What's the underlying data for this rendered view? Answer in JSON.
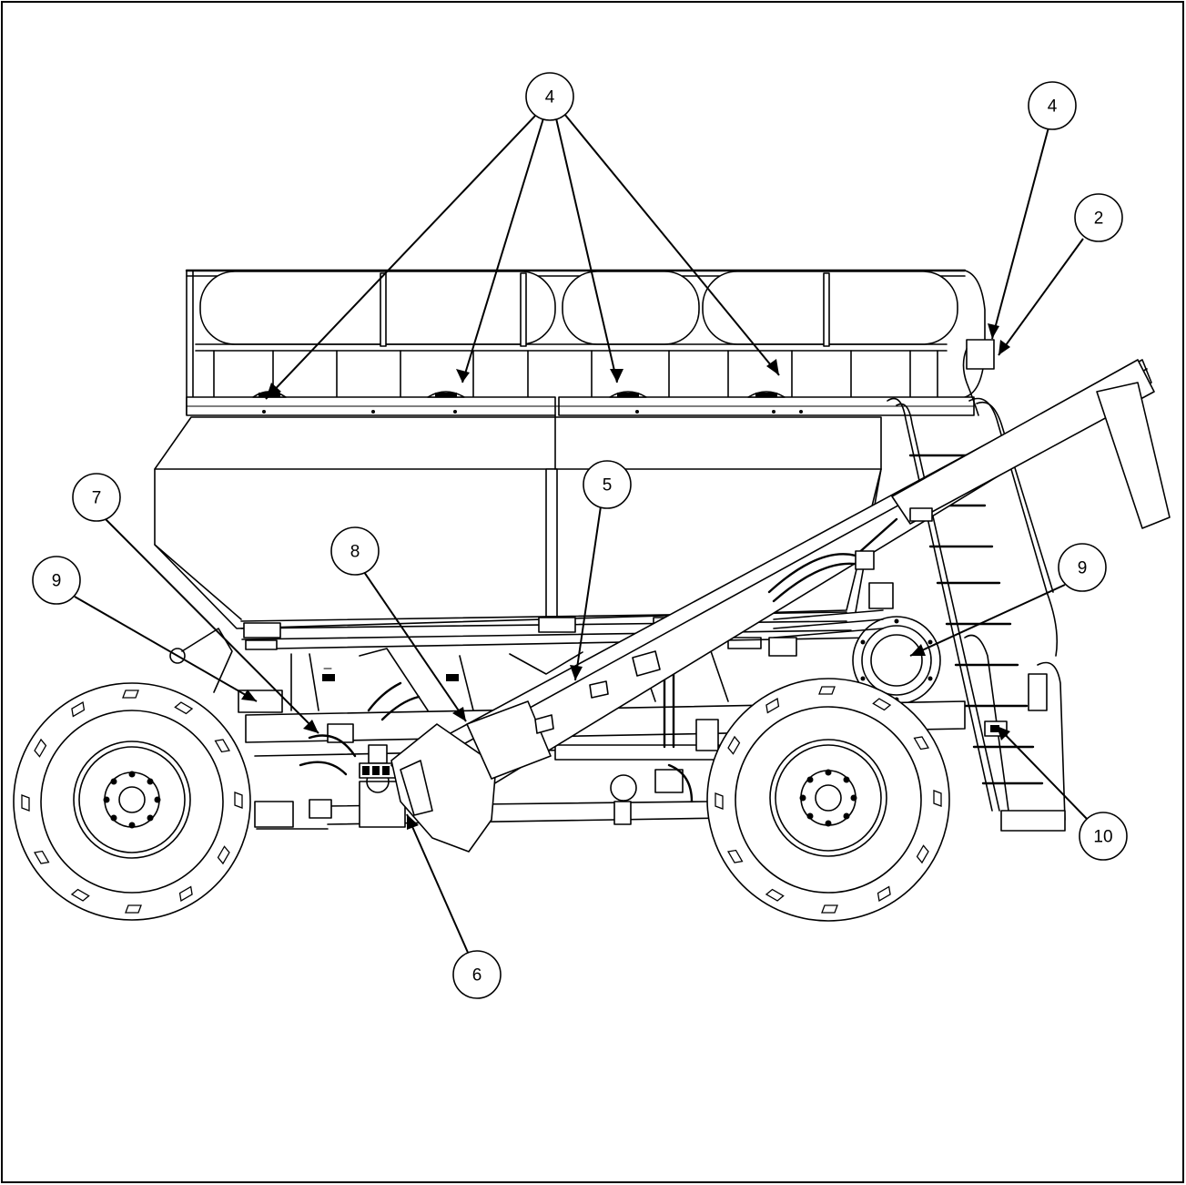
{
  "callouts": [
    {
      "label": "4"
    },
    {
      "label": "4"
    },
    {
      "label": "2"
    },
    {
      "label": "5"
    },
    {
      "label": "7"
    },
    {
      "label": "8"
    },
    {
      "label": "9"
    },
    {
      "label": "9"
    },
    {
      "label": "6"
    },
    {
      "label": "10"
    }
  ],
  "colors": {
    "line": "#000000",
    "background": "#ffffff"
  }
}
